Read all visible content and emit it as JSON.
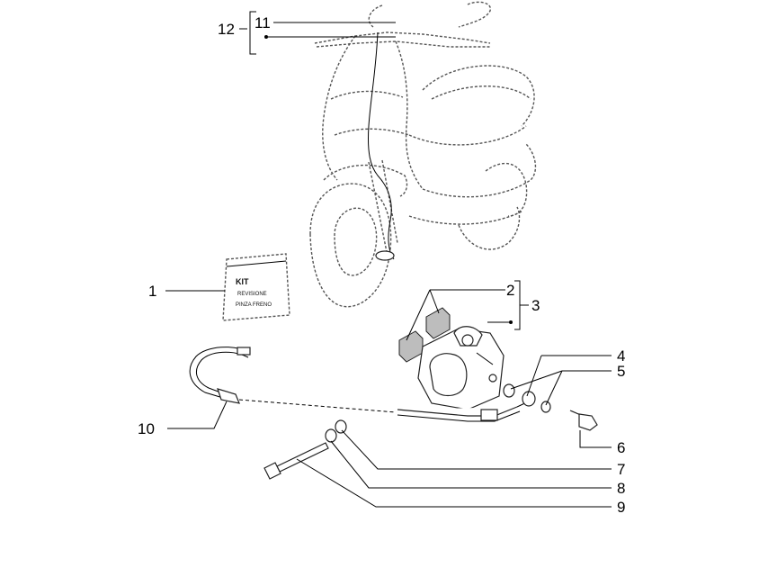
{
  "diagram": {
    "labels": {
      "p1": "1",
      "p2": "2",
      "p3": "3",
      "p4": "4",
      "p5": "5",
      "p6": "6",
      "p7": "7",
      "p8": "8",
      "p9": "9",
      "p10": "10",
      "p11": "11",
      "p12": "12"
    },
    "kit_text": {
      "title": "KIT",
      "line1": "REVISIONE",
      "line2": "PINZA FRENO"
    }
  }
}
